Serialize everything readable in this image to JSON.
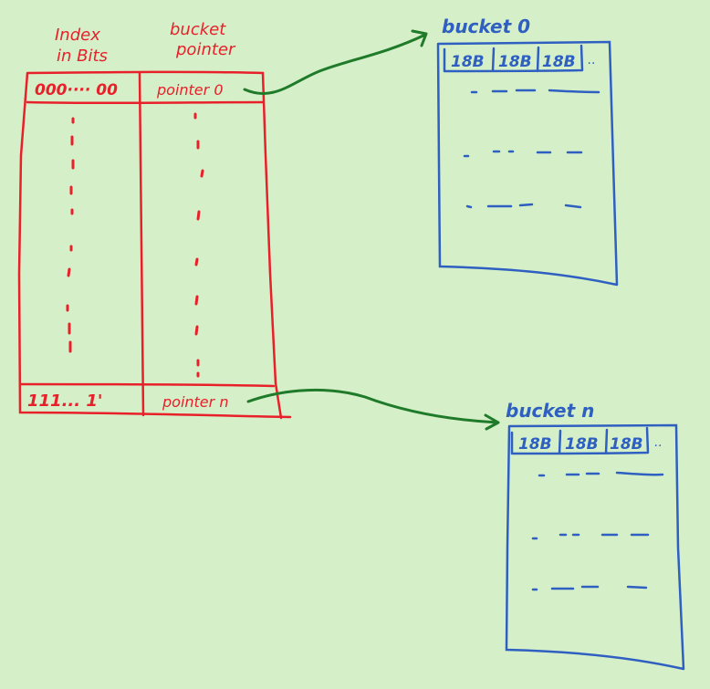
{
  "colors": {
    "background": "#d5f0c9",
    "table": "#e8202a",
    "bucket": "#2f5fc0",
    "arrow": "#1f7a2a"
  },
  "table": {
    "header_col1_line1": "Index",
    "header_col1_line2": "in Bits",
    "header_col2_line1": "bucket",
    "header_col2_line2": "pointer",
    "first_row_index": "000···· 00",
    "first_row_pointer": "pointer 0",
    "last_row_index": "111... 1'",
    "last_row_pointer": "pointer n"
  },
  "buckets": [
    {
      "title": "bucket 0",
      "cells": [
        "18B",
        "18B",
        "18B"
      ],
      "overflow": ".."
    },
    {
      "title": "bucket n",
      "cells": [
        "18B",
        "18B",
        "18B"
      ],
      "overflow": ".."
    }
  ]
}
